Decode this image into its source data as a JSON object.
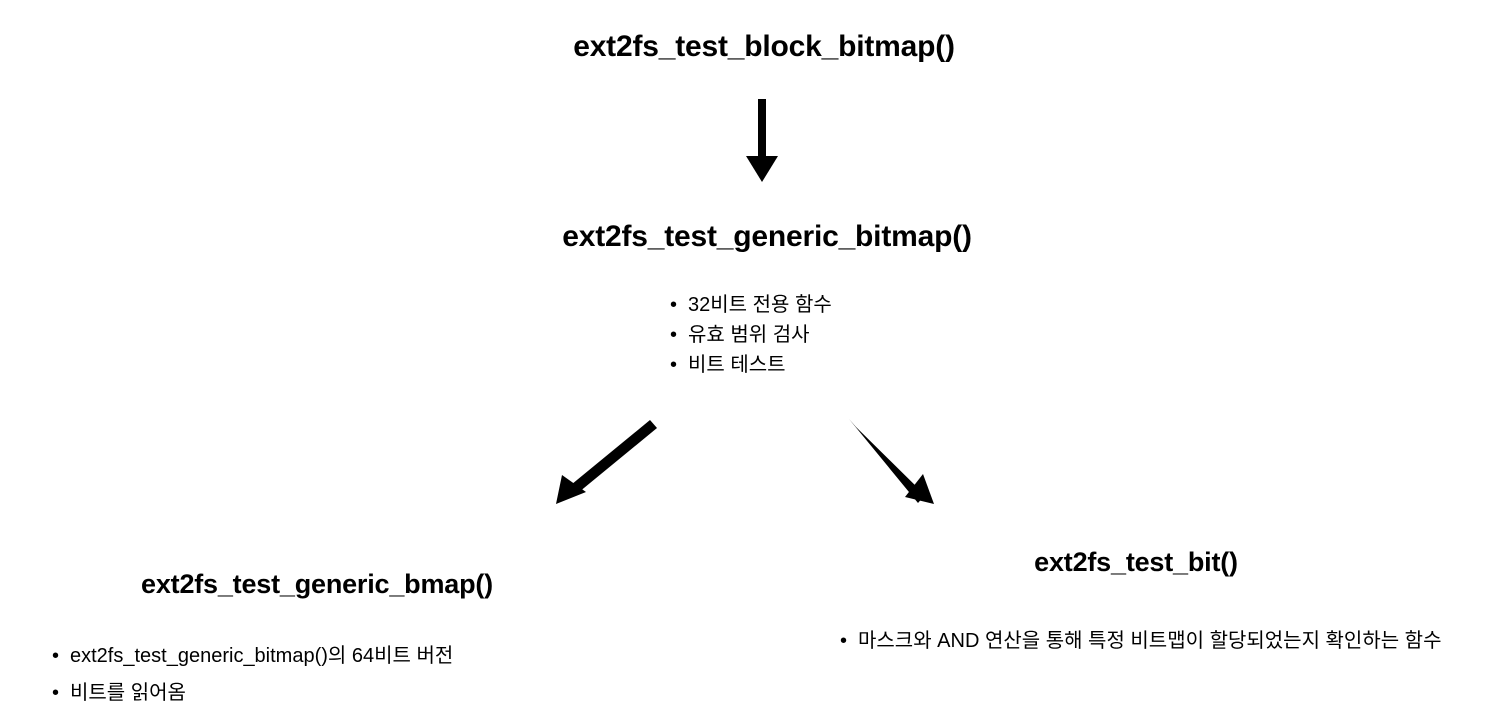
{
  "diagram": {
    "title_root": "ext2fs_test_block_bitmap()",
    "nodes": {
      "generic_bitmap": {
        "title": "ext2fs_test_generic_bitmap()",
        "bullets": [
          "32비트 전용 함수",
          "유효 범위 검사",
          "비트 테스트"
        ]
      },
      "generic_bmap": {
        "title": "ext2fs_test_generic_bmap()",
        "bullets": [
          "ext2fs_test_generic_bitmap()의 64비트 버전",
          "비트를 읽어옴"
        ]
      },
      "test_bit": {
        "title": "ext2fs_test_bit()",
        "bullets": [
          "마스크와 AND 연산을 통해 특정 비트맵이 할당되었는지 확인하는 함수"
        ]
      }
    },
    "arrows": [
      {
        "name": "arrow-root-to-generic-bitmap",
        "direction": "down"
      },
      {
        "name": "arrow-generic-bitmap-to-generic-bmap",
        "direction": "down-left"
      },
      {
        "name": "arrow-generic-bitmap-to-test-bit",
        "direction": "down-right"
      }
    ],
    "colors": {
      "background": "#ffffff",
      "text": "#000000",
      "arrow": "#000000"
    }
  }
}
